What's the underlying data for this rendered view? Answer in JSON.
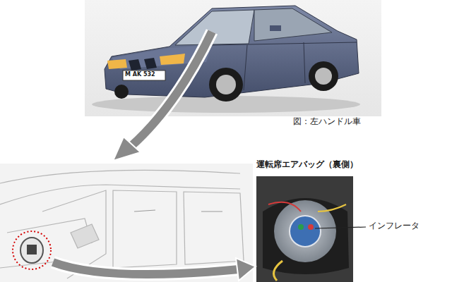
{
  "diagram": {
    "labels": [
      "図：左ハンドル車",
      "運転席エアバッグ（裏側）",
      "インフレータ",
      "M AK 532"
    ]
  }
}
